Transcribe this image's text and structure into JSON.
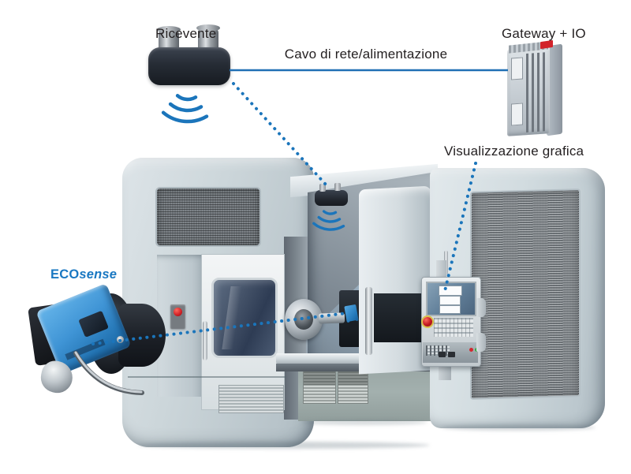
{
  "page": {
    "background": "#ffffff"
  },
  "colors": {
    "accent_blue": "#1b75bb",
    "label_text": "#231f20",
    "ecosense_brand_blue": "#1a78c2",
    "machine_body_gray": "#c8d3d8",
    "grille_gray": "#70767b",
    "device_dark": "#2b323d",
    "alert_red": "#d2232a",
    "status_green": "#35a845"
  },
  "labels": {
    "receiver": "Ricevente",
    "cable": "Cavo di rete/alimentazione",
    "gateway": "Gateway + IO",
    "display": "Visualizzazione grafica",
    "sensor_brand_bold": "ECO",
    "sensor_brand_italic": "sense"
  },
  "connections": [
    {
      "from": "ricevente",
      "to": "gateway-io",
      "label": "Cavo di rete/alimentazione",
      "style": "solid-line"
    },
    {
      "from": "ricevente",
      "to": "ricevente-interna-macchina",
      "style": "dotted-line"
    },
    {
      "from": "etichetta-visualizzazione-grafica",
      "to": "schermo-pannello-cnc",
      "style": "dotted-line"
    },
    {
      "from": "sensore-ecosense",
      "to": "utensile-interno-macchina",
      "style": "dotted-line"
    }
  ],
  "icons": {
    "wireless_signal": "three-concentric-arcs",
    "emergency_stop": "red-round-button",
    "vent_grille": "hatched-rectangle"
  }
}
